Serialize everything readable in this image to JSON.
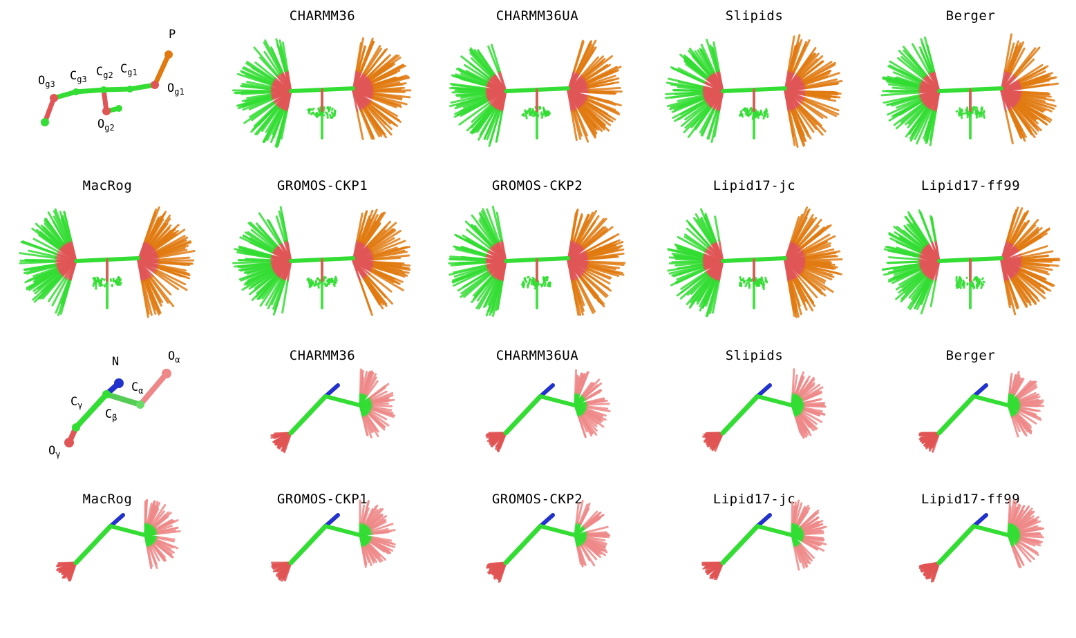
{
  "rows": [
    {
      "key": "glycerol",
      "schematic_labels": {
        "P": "P",
        "Og3": {
          "base": "O",
          "sub": "g3"
        },
        "Cg3": {
          "base": "C",
          "sub": "g3"
        },
        "Cg2": {
          "base": "C",
          "sub": "g2"
        },
        "Cg1": {
          "base": "C",
          "sub": "g1"
        },
        "Og1": {
          "base": "O",
          "sub": "g1"
        },
        "Og2": {
          "base": "O",
          "sub": "g2"
        }
      },
      "panels_row1": [
        "CHARMM36",
        "CHARMM36UA",
        "Slipids",
        "Berger"
      ],
      "panels_row2": [
        "MacRog",
        "GROMOS-CKP1",
        "GROMOS-CKP2",
        "Lipid17-jc",
        "Lipid17-ff99"
      ]
    },
    {
      "key": "headgroup",
      "schematic_labels": {
        "N": "N",
        "Oa": {
          "base": "O",
          "sub": "α"
        },
        "Ca": {
          "base": "C",
          "sub": "α"
        },
        "Cg": {
          "base": "C",
          "sub": "γ"
        },
        "Cb": {
          "base": "C",
          "sub": "β"
        },
        "Og": {
          "base": "O",
          "sub": "γ"
        }
      },
      "panels_row1": [
        "CHARMM36",
        "CHARMM36UA",
        "Slipids",
        "Berger"
      ],
      "panels_row2": [
        "MacRog",
        "GROMOS-CKP1",
        "GROMOS-CKP2",
        "Lipid17-jc",
        "Lipid17-ff99"
      ]
    }
  ],
  "colors": {
    "carbon": "#33dd33",
    "oxygen": "#e05555",
    "phosphorus": "#e07a10",
    "nitrogen": "#2233cc",
    "oxygen_light": "#ee8888"
  }
}
